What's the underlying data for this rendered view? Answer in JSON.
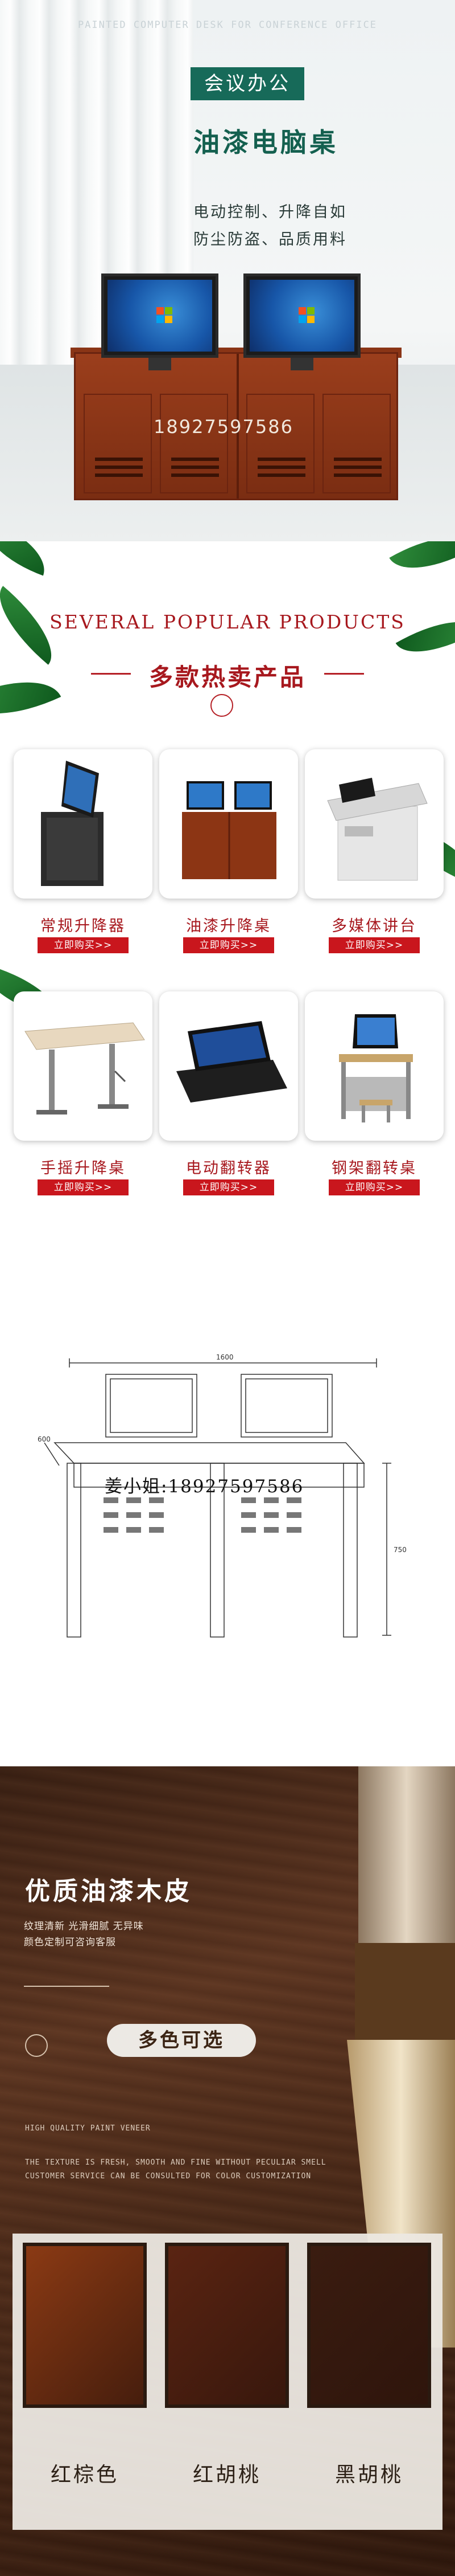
{
  "hero": {
    "en_title": "PAINTED COMPUTER DESK FOR CONFERENCE OFFICE",
    "tag": "会议办公",
    "title": "油漆电脑桌",
    "features_line1": "电动控制、升降自如",
    "features_line2": "防尘防盗、品质用料",
    "phone": "18927597586"
  },
  "products": {
    "en_title": "SEVERAL POPULAR PRODUCTS",
    "title": "多款热卖产品",
    "items": [
      {
        "label": "常规升降器",
        "button": "立即购买>>",
        "icon": "lift-monitor-icon"
      },
      {
        "label": "油漆升降桌",
        "button": "立即购买>>",
        "icon": "painted-lift-desk-icon"
      },
      {
        "label": "多媒体讲台",
        "button": "立即购买>>",
        "icon": "multimedia-podium-icon"
      },
      {
        "label": "手摇升降桌",
        "button": "立即购买>>",
        "icon": "hand-crank-desk-icon"
      },
      {
        "label": "电动翻转器",
        "button": "立即购买>>",
        "icon": "electric-flip-icon"
      },
      {
        "label": "钢架翻转桌",
        "button": "立即购买>>",
        "icon": "steel-flip-desk-icon"
      }
    ]
  },
  "drawing": {
    "width_label": "1600",
    "depth_label": "600",
    "height_label": "750",
    "contact": "姜小姐:18927597586"
  },
  "veneer": {
    "title": "优质油漆木皮",
    "sub1": "纹理清新 光滑细腻 无异味",
    "sub2": "颜色定制可咨询客服",
    "badge": "多色可选",
    "en1": "HIGH QUALITY PAINT VENEER",
    "en2": "THE TEXTURE IS FRESH, SMOOTH AND FINE WITHOUT PECULIAR SMELL",
    "en3": "CUSTOMER SERVICE CAN BE CONSULTED FOR COLOR CUSTOMIZATION",
    "swatches": [
      {
        "label": "红棕色",
        "color": "#8b3a14"
      },
      {
        "label": "红胡桃",
        "color": "#5a2412"
      },
      {
        "label": "黑胡桃",
        "color": "#3a1c10"
      }
    ]
  },
  "colors": {
    "brand_green": "#176a59",
    "accent_red": "#a7181e",
    "button_red": "#c9161d"
  }
}
